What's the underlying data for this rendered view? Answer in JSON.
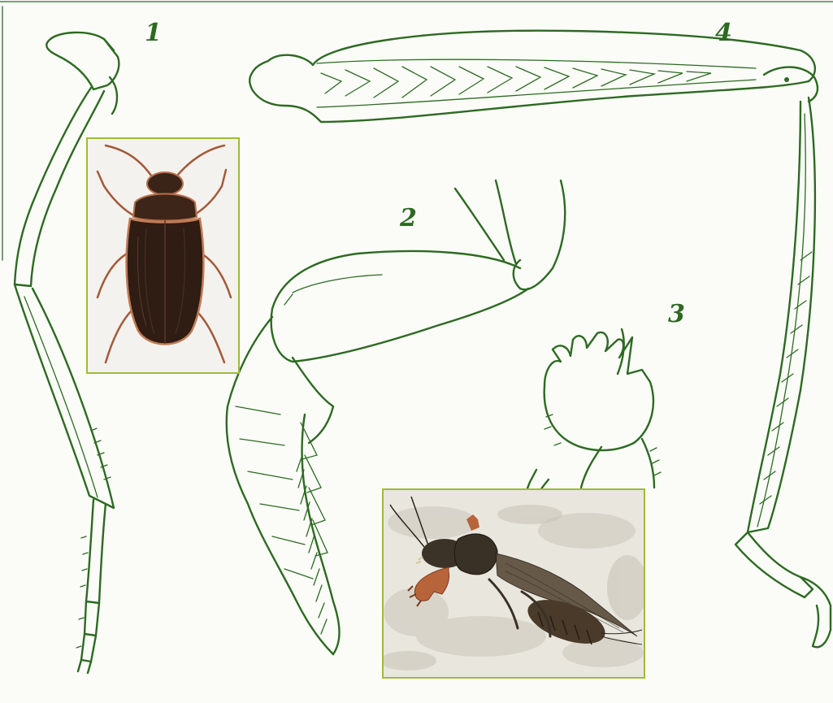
{
  "figure": {
    "labels": [
      {
        "id": "leg-1",
        "text": "1"
      },
      {
        "id": "leg-2",
        "text": "2"
      },
      {
        "id": "leg-3",
        "text": "3"
      },
      {
        "id": "leg-4",
        "text": "4"
      }
    ],
    "colors": {
      "ink": "#2d6a22",
      "frame": "#9dbb3a",
      "background": "#fbfcf8",
      "beetle_body": "#3a2418",
      "beetle_edge": "#b9704c",
      "cricket_body": "#3c3328",
      "cricket_claw": "#b8643a"
    },
    "insets": [
      {
        "id": "beetle-photo",
        "subject": "water-beetle-icon"
      },
      {
        "id": "mole-cricket-photo",
        "subject": "mole-cricket-icon"
      }
    ]
  }
}
